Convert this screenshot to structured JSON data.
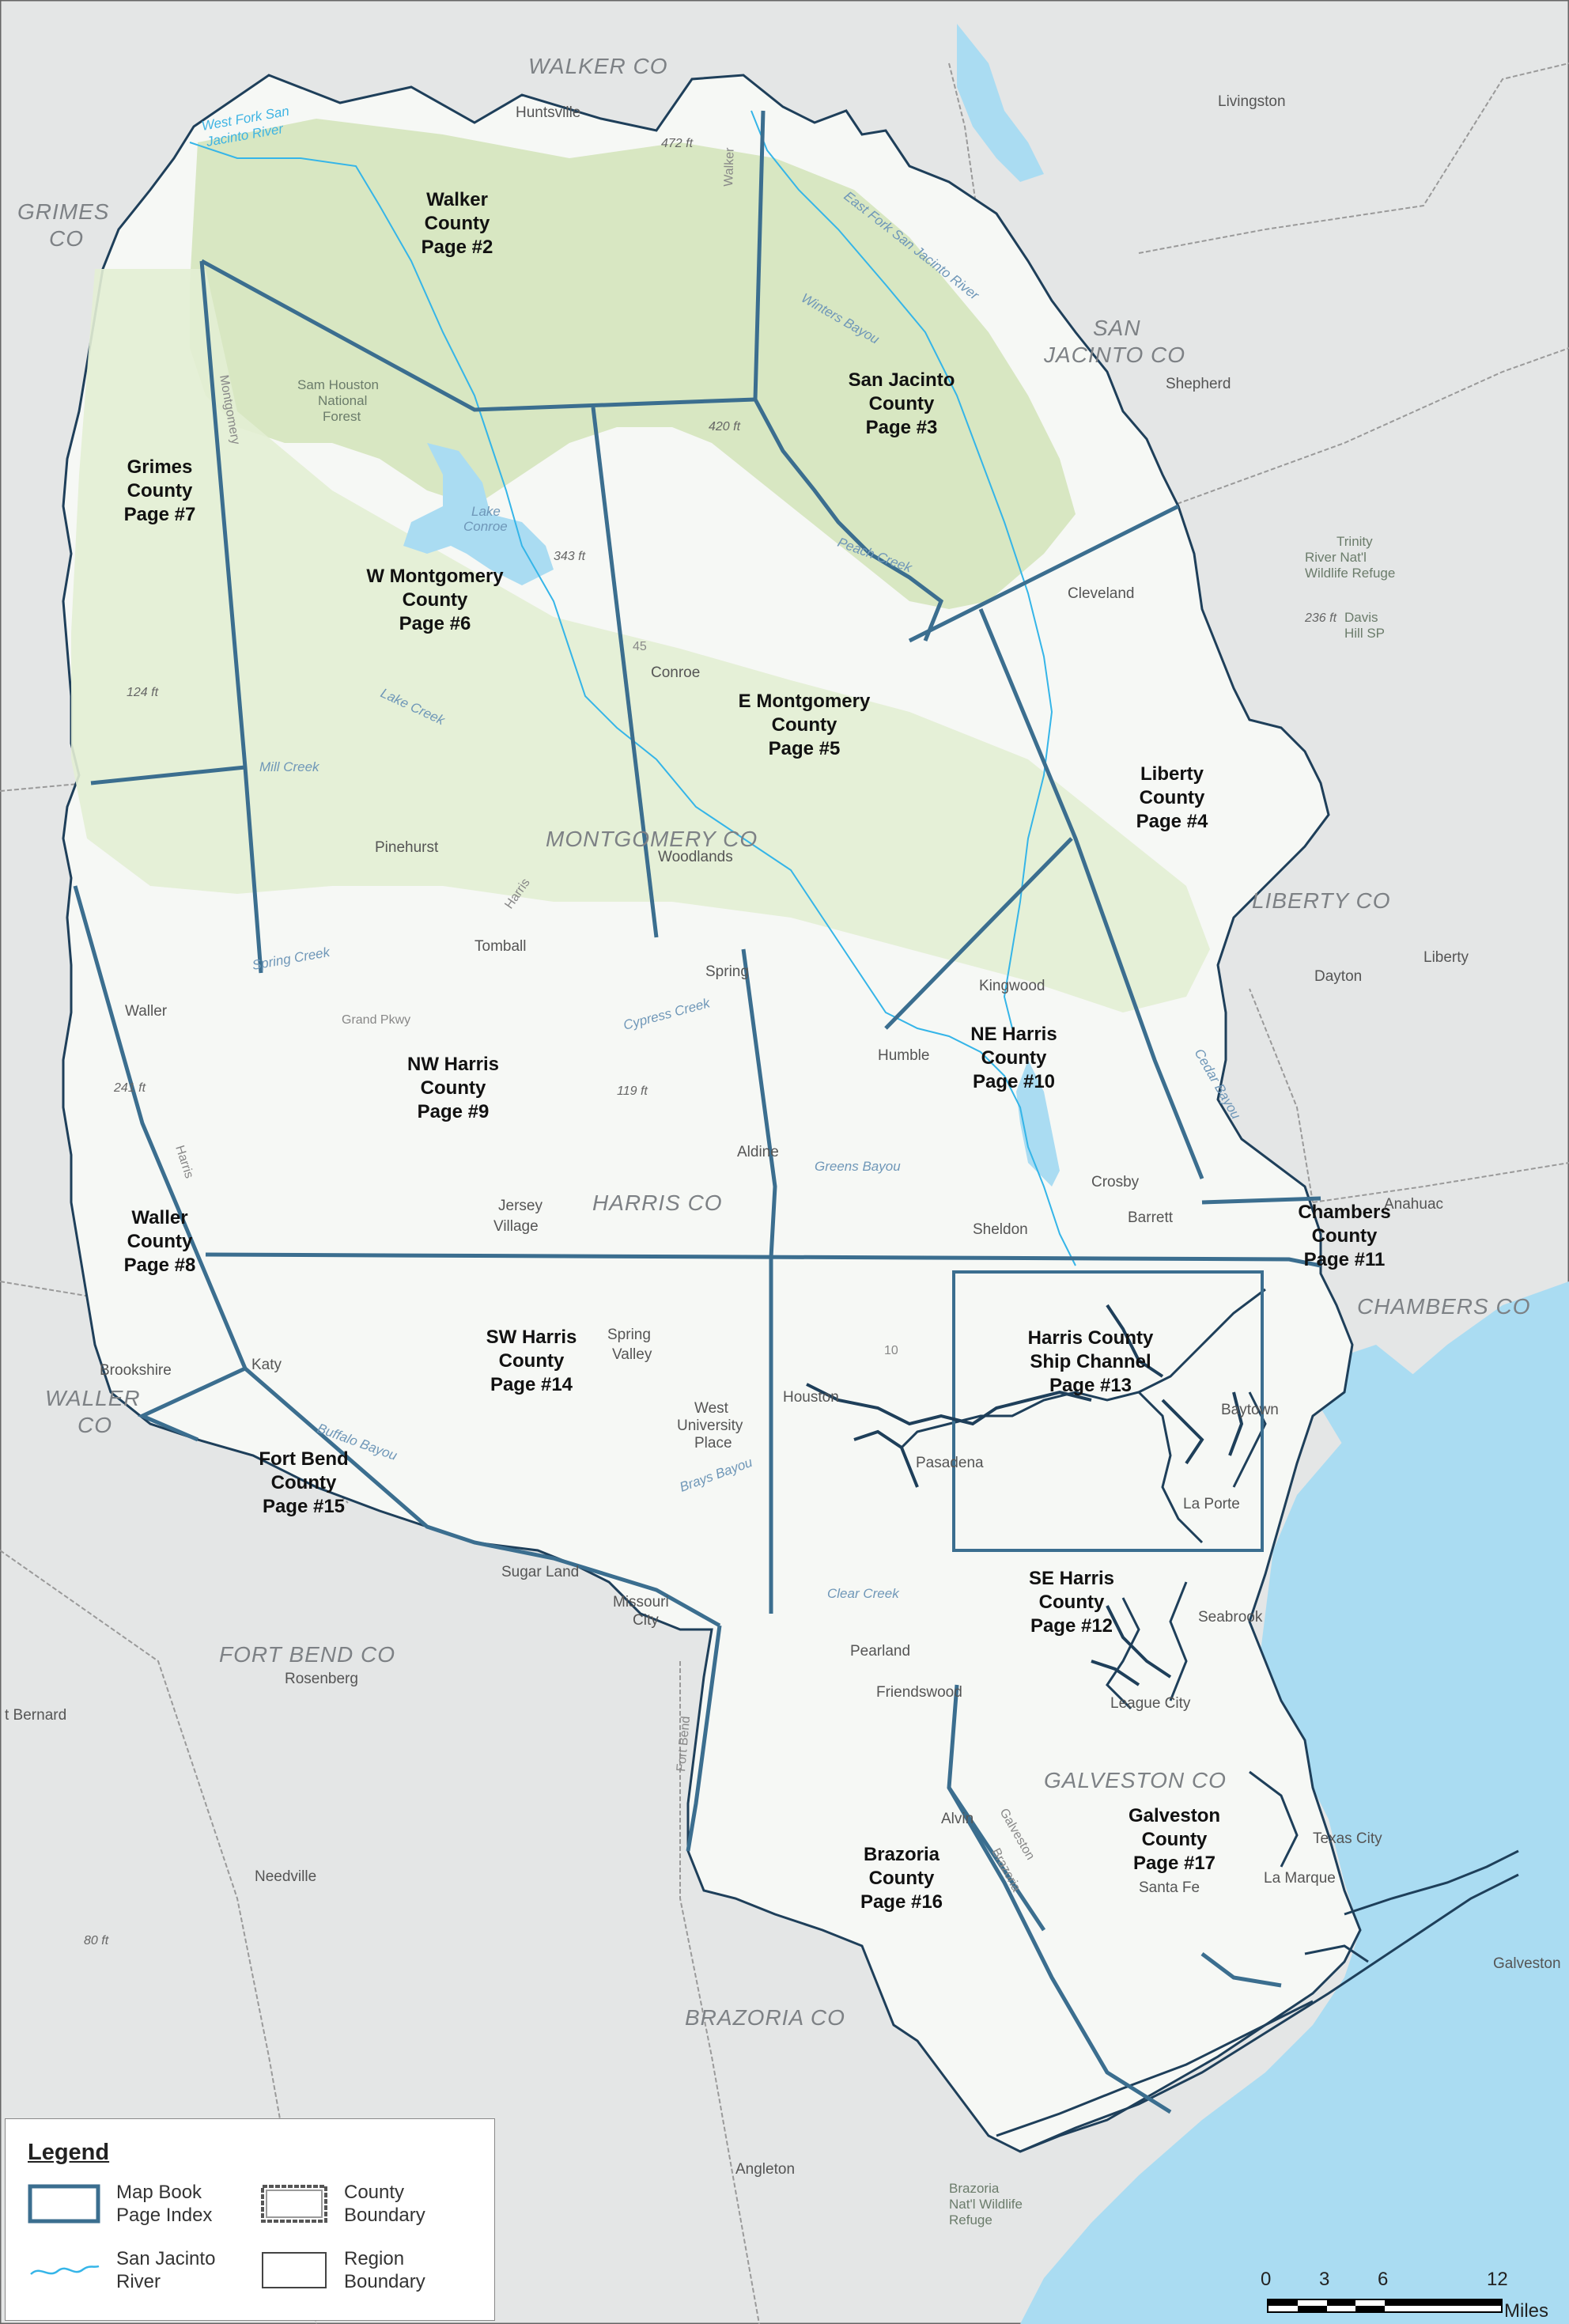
{
  "counties": {
    "walker": "WALKER CO",
    "grimes_1": "GRIMES",
    "grimes_2": "CO",
    "san_jacinto_1": "SAN",
    "san_jacinto_2": "JACINTO CO",
    "montgomery": "MONTGOMERY CO",
    "liberty": "LIBERTY CO",
    "harris": "HARRIS CO",
    "chambers": "CHAMBERS CO",
    "waller_1": "WALLER",
    "waller_2": "CO",
    "fort_bend": "FORT BEND CO",
    "galveston": "GALVESTON CO",
    "brazoria": "BRAZORIA CO"
  },
  "pages": {
    "p2": [
      "Walker",
      "County",
      "Page #2"
    ],
    "p3": [
      "San Jacinto",
      "County",
      "Page #3"
    ],
    "p4": [
      "Liberty",
      "County",
      "Page #4"
    ],
    "p5": [
      "E Montgomery",
      "County",
      "Page #5"
    ],
    "p6": [
      "W Montgomery",
      "County",
      "Page #6"
    ],
    "p7": [
      "Grimes",
      "County",
      "Page #7"
    ],
    "p8": [
      "Waller",
      "County",
      "Page #8"
    ],
    "p9": [
      "NW Harris",
      "County",
      "Page #9"
    ],
    "p10": [
      "NE Harris",
      "County",
      "Page #10"
    ],
    "p11": [
      "Chambers",
      "County",
      "Page #11"
    ],
    "p12": [
      "SE Harris",
      "County",
      "Page #12"
    ],
    "p13": [
      "Harris County",
      "Ship Channel",
      "Page #13"
    ],
    "p14": [
      "SW Harris",
      "County",
      "Page #14"
    ],
    "p15": [
      "Fort Bend",
      "County",
      "Page #15"
    ],
    "p16": [
      "Brazoria",
      "County",
      "Page #16"
    ],
    "p17": [
      "Galveston",
      "County",
      "Page #17"
    ]
  },
  "places": {
    "huntsville": "Huntsville",
    "livingston": "Livingston",
    "shepherd": "Shepherd",
    "cleveland": "Cleveland",
    "conroe": "Conroe",
    "woodlands": "Woodlands",
    "pinehurst": "Pinehurst",
    "tomball": "Tomball",
    "spring": "Spring",
    "kingwood": "Kingwood",
    "humble": "Humble",
    "dayton": "Dayton",
    "liberty": "Liberty",
    "waller": "Waller",
    "aldine": "Aldine",
    "jersey_village_1": "Jersey",
    "jersey_village_2": "Village",
    "crosby": "Crosby",
    "barrett": "Barrett",
    "sheldon": "Sheldon",
    "katy": "Katy",
    "brookshire": "Brookshire",
    "spring_valley_1": "Spring",
    "spring_valley_2": "Valley",
    "houston": "Houston",
    "west_u_1": "West",
    "west_u_2": "University",
    "west_u_3": "Place",
    "pasadena": "Pasadena",
    "baytown": "Baytown",
    "la_porte": "La Porte",
    "sugar_land": "Sugar Land",
    "missouri_city_1": "Missouri",
    "missouri_city_2": "City",
    "seabrook": "Seabrook",
    "pearland": "Pearland",
    "friendswood": "Friendswood",
    "league_city": "League City",
    "rosenberg": "Rosenberg",
    "bernard": "t Bernard",
    "needville": "Needville",
    "alvin": "Alvin",
    "texas_city": "Texas City",
    "la_marque": "La Marque",
    "santa_fe": "Santa Fe",
    "galveston": "Galveston",
    "angleton": "Angleton",
    "anahuac": "Anahuac"
  },
  "features": {
    "sam_houston_nf": [
      "Sam Houston",
      "National",
      "Forest"
    ],
    "trinity_refuge": [
      "Trinity",
      "River Nat'l",
      "Wildlife Refuge"
    ],
    "davis_hill": [
      "Davis",
      "Hill SP"
    ],
    "brazoria_refuge": [
      "Brazoria",
      "Nat'l Wildlife",
      "Refuge"
    ]
  },
  "waters": {
    "west_fork": [
      "West Fork San",
      "Jacinto River"
    ],
    "east_fork": "East Fork San Jacinto River",
    "lake_conroe": [
      "Lake",
      "Conroe"
    ],
    "lake_creek": "Lake Creek",
    "mill_creek": "Mill Creek",
    "peach_creek": "Peach Creek",
    "cypress_creek": "Cypress Creek",
    "greens_bayou": "Greens Bayou",
    "buffalo_bayou": "Buffalo Bayou",
    "brays_bayou": "Brays Bayou",
    "clear_creek": "Clear Creek",
    "cedar_bayou": "Cedar Bayou",
    "winters_bayou": "Winters Bayou",
    "spring_creek": "Spring Creek"
  },
  "roads": {
    "montgomery": "Montgomery",
    "walker": "Walker",
    "harris_n": "Harris",
    "harris_w": "Harris",
    "grand_pkwy": "Grand Pkwy",
    "i10": "10",
    "i45": "45",
    "galveston": "Galveston",
    "brazoria": "Brazoria",
    "fort_bend": "Fort Bend"
  },
  "elevations": {
    "e472": "472 ft",
    "e420": "420 ft",
    "e343": "343 ft",
    "e124": "124 ft",
    "e241": "241 ft",
    "e119": "119 ft",
    "e236": "236 ft",
    "e80": "80 ft"
  },
  "legend": {
    "title": "Legend",
    "map_book_page_index": "Map Book Page Index",
    "county_boundary": "County Boundary",
    "san_jacinto_river": "San Jacinto River",
    "region_boundary": "Region Boundary"
  },
  "scale": {
    "ticks": [
      "0",
      "3",
      "6",
      "12"
    ],
    "unit": "Miles"
  },
  "colors": {
    "index_line": "#3b6e8f",
    "region_boundary": "#1e3f5a",
    "river": "#35b5e8",
    "water": "#aadcf2",
    "forest": "#d6e6bf",
    "region_fill": "#f6f8f5",
    "outside": "#e4e6e6",
    "county_line": "#9a9a9a"
  }
}
